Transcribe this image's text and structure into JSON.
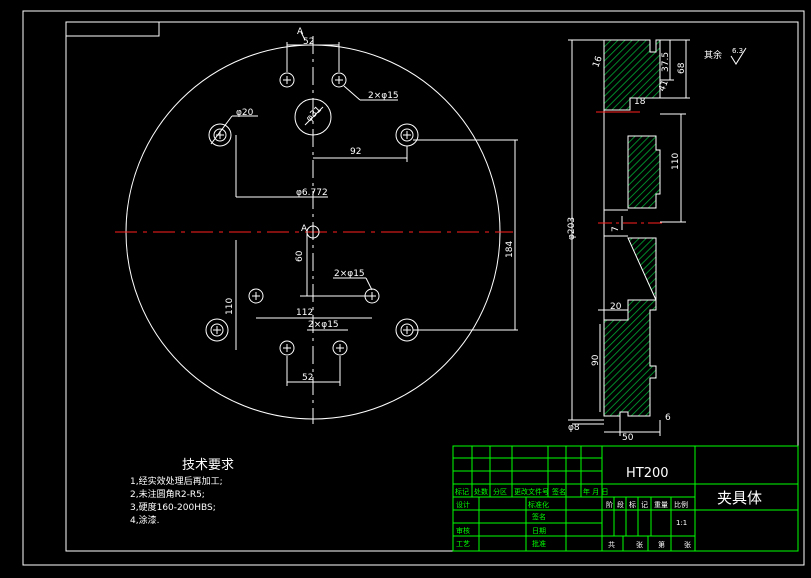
{
  "colors": {
    "background": "#000000",
    "line": "#ffffff",
    "title_block": "#00ff00",
    "center_line": "#ff2020",
    "hatch": "#00aa33"
  },
  "front_view": {
    "section_marker_top": "A",
    "section_marker_center": "A",
    "dims": {
      "top_spacing": "52",
      "bottom_spacing": "52",
      "hole_pair_top": "2×φ15",
      "hole_pair_mid": "2×φ15",
      "hole_pair_bottom": "2×φ15",
      "bolt_circle_dia": "φ20",
      "center_hole_dia": "φ31",
      "horiz_92": "92",
      "center_dia": "φ6.772",
      "vert_60": "60",
      "vert_110": "110",
      "horiz_112": "112",
      "right_184": "184"
    }
  },
  "section_view": {
    "dims": {
      "diameter_203": "φ203",
      "top_37_5": "37.5",
      "top_68": "68",
      "right_110": "110",
      "left_90": "90",
      "small_7": "7",
      "top_20": "20",
      "bottom_8": "φ8",
      "bottom_6": "6",
      "bottom_50": "50",
      "angle_16": "16",
      "mark_18": "18",
      "mark_41": "41"
    }
  },
  "roughness_note": {
    "label": "其余",
    "value": "6.3"
  },
  "tech_requirements": {
    "title": "技术要求",
    "items": [
      "1,经实效处理后再加工;",
      "2,未注圆角R2-R5;",
      "3,硬度160-200HBS;",
      "4,涂漆."
    ]
  },
  "title_block": {
    "material": "HT200",
    "part_name": "夹具体",
    "revision_headers": [
      "标记",
      "处数",
      "分区",
      "更改文件号",
      "签名",
      "年 月 日"
    ],
    "rows": {
      "design": "设计",
      "standardization": "标准化",
      "review": "审核",
      "process": "工艺",
      "approve": "批准",
      "signature": "签名",
      "date": "日期"
    },
    "stage_headers": [
      "阶",
      "段",
      "标",
      "记",
      "重量",
      "比例"
    ],
    "scale": "1:1",
    "sheet_labels": [
      "共",
      "张",
      "第",
      "张"
    ]
  }
}
